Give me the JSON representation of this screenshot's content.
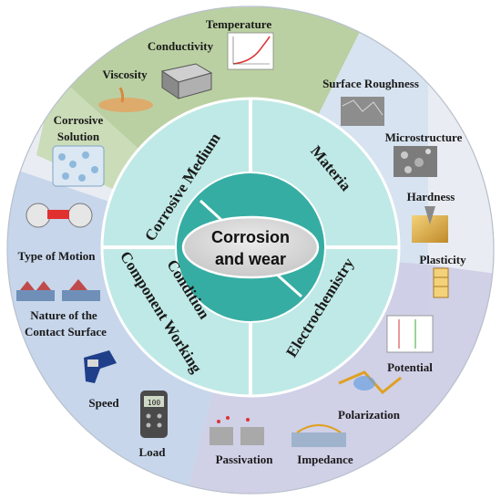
{
  "center": {
    "line1": "Corrosion",
    "line2": "and wear"
  },
  "quadrants": {
    "corrosive_medium": "Corrosive Medium",
    "materia": "Materia",
    "electrochemistry": "Electrochemistry",
    "component_line1": "Component Working",
    "component_line2": "Condition"
  },
  "outer_labels": {
    "temperature": "Temperature",
    "conductivity": "Conductivity",
    "viscosity": "Viscosity",
    "corrosive_solution_1": "Corrosive",
    "corrosive_solution_2": "Solution",
    "surface_roughness": "Surface Roughness",
    "microstructure": "Microstructure",
    "hardness": "Hardness",
    "plasticity": "Plasticity",
    "potential": "Potential",
    "polarization": "Polarization",
    "impedance": "Impedance",
    "passivation": "Passivation",
    "load": "Load",
    "speed": "Speed",
    "contact_surface_1": "Nature of the",
    "contact_surface_2": "Contact Surface",
    "type_of_motion": "Type of Motion"
  },
  "device_display": "100",
  "colors": {
    "outer_ring": "#e9edf3",
    "green_sector": "#b7cf9d",
    "purple_sector": "#cfcfe6",
    "blue_sector": "#c5d5ea",
    "middle_ring": "#bfe9e6",
    "inner_ring": "#36ada3",
    "center_ellipse": "#d7d7d7"
  }
}
